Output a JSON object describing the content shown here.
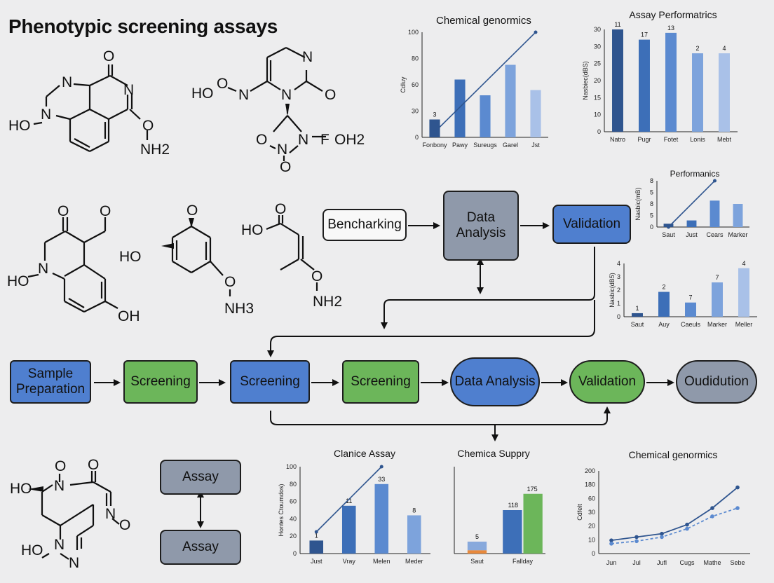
{
  "page_title": "Phenotypic screening assays",
  "molecules": {
    "m1": {
      "n_top": "N",
      "o_top": "O",
      "n_right": "N",
      "ho_n": "HO",
      "n_left": "N",
      "o_link": "O",
      "nh2": "NH2"
    },
    "m2": {
      "n_top": "N",
      "o_right": "O",
      "ho": "HO",
      "o_chain": "O",
      "n_mid": "N",
      "n_chain": "N",
      "o_ring": "O",
      "n_ring": "N",
      "f": "F",
      "oh2": "OH2",
      "n_low": "N",
      "o_low": "O"
    },
    "m3": {
      "o1": "O",
      "o2": "O",
      "ho": "HO",
      "n": "N",
      "oh": "OH"
    },
    "m4": {
      "o": "O",
      "ho": "HO",
      "o_low": "O",
      "nh3": "NH3"
    },
    "m5": {
      "o": "O",
      "ho": "HO",
      "o_low": "O",
      "nh2": "NH2"
    },
    "m6": {
      "o1": "O",
      "o2": "O",
      "ho": "HO",
      "n1": "N",
      "n2": "N",
      "o3": "O",
      "ho2": "HO",
      "n3": "N",
      "n4": "N"
    }
  },
  "flow_top": {
    "benchmarking": "Bencharking",
    "data_analysis": "Data Analysis",
    "validation": "Validation"
  },
  "flow_main": {
    "sample_prep": "Sample Preparation",
    "screening1": "Screening",
    "screening2": "Screening",
    "screening3": "Screening",
    "data_analysis": "Data Analysis",
    "validation": "Validation",
    "final": "Oudidution"
  },
  "assay_boxes": {
    "top": "Assay",
    "bottom": "Assay"
  },
  "colors": {
    "blue": "#4f7fcf",
    "green": "#6cb65a",
    "grey": "#8f99aa",
    "darkblue": "#2f558f"
  },
  "chart_data": [
    {
      "id": "chemical-genomics-top",
      "type": "bar",
      "title": "Chemical genormics",
      "ylabel": "Cdluy",
      "categories": [
        "Fonbony",
        "Pawy",
        "Sureugs",
        "Garel",
        "Jst"
      ],
      "values": [
        17,
        55,
        40,
        69,
        45
      ],
      "data_labels": [
        "3",
        "",
        "",
        "",
        ""
      ],
      "yticks": [
        "0",
        "30",
        "60",
        "80",
        "100"
      ],
      "ylim": [
        0,
        100
      ],
      "trend_line": [
        [
          0,
          5
        ],
        [
          4,
          100
        ]
      ]
    },
    {
      "id": "assay-performatics",
      "type": "bar",
      "title": "Assay Performatrics",
      "ylabel": "Nasbiec(dBS)",
      "categories": [
        "Natro",
        "Pugr",
        "Fotet",
        "Lonis",
        "Mebt"
      ],
      "values": [
        30,
        27,
        29,
        23,
        23
      ],
      "data_labels": [
        "11",
        "17",
        "13",
        "2",
        "4"
      ],
      "yticks": [
        "0",
        "10",
        "15",
        "20",
        "25",
        "30",
        "30"
      ],
      "ylim": [
        0,
        30
      ]
    },
    {
      "id": "performanics",
      "type": "bar",
      "title": "Performanics",
      "ylabel": "Nasbic(mB)",
      "categories": [
        "Saut",
        "Just",
        "Cears",
        "Marker"
      ],
      "values": [
        1,
        2,
        8,
        7
      ],
      "yticks": [
        "0",
        "5",
        "8",
        "5",
        "8"
      ],
      "ylim": [
        0,
        14
      ],
      "trend_line": [
        [
          0,
          0
        ],
        [
          2,
          14
        ]
      ]
    },
    {
      "id": "small-right-bars",
      "type": "bar",
      "title": "",
      "ylabel": "Nasbic(dB5)",
      "categories": [
        "Saut",
        "Auy",
        "Caeuls",
        "Marker",
        "Meller"
      ],
      "values": [
        0.3,
        2.1,
        1.2,
        2.9,
        4.1
      ],
      "data_labels": [
        "1",
        "2",
        "7",
        "7",
        "4"
      ],
      "yticks": [
        "0",
        "1",
        "2",
        "3",
        "4"
      ],
      "ylim": [
        0,
        4.5
      ]
    },
    {
      "id": "clanice-assay",
      "type": "bar",
      "title": "Clanice Assay",
      "ylabel": "Hontes Ctoumdos)",
      "categories": [
        "Just",
        "Vray",
        "Melen",
        "Meder"
      ],
      "values": [
        15,
        55,
        80,
        44
      ],
      "data_labels": [
        "1",
        "11",
        "33",
        "8"
      ],
      "yticks": [
        "0",
        "20",
        "40",
        "60",
        "80",
        "100"
      ],
      "ylim": [
        0,
        100
      ],
      "trend_line": [
        [
          0,
          25
        ],
        [
          2,
          100
        ]
      ]
    },
    {
      "id": "chemica-suppry",
      "type": "bar",
      "title": "Chemica Suppry",
      "categories": [
        "Saut",
        "Fallday"
      ],
      "series": [
        {
          "name": "",
          "values": [
            8,
            40
          ]
        },
        {
          "name": "",
          "values": [
            3,
            55
          ]
        }
      ],
      "data_labels": [
        "5",
        "118",
        "175"
      ],
      "ylim": [
        0,
        80
      ]
    },
    {
      "id": "chemical-genormics-line",
      "type": "line",
      "title": "Chemical genormics",
      "ylabel": "Cdfelt",
      "categories": [
        "Jun",
        "Jul",
        "Jufl",
        "Cugs",
        "Mathe",
        "Sebe"
      ],
      "yticks": [
        "0",
        "10",
        "20",
        "30",
        "60",
        "180",
        "200"
      ],
      "series": [
        {
          "name": "",
          "values": [
            16,
            20,
            24,
            35,
            55,
            80
          ]
        },
        {
          "name": "",
          "values": [
            12,
            15,
            20,
            30,
            45,
            55
          ]
        }
      ],
      "ylim": [
        0,
        100
      ]
    }
  ]
}
